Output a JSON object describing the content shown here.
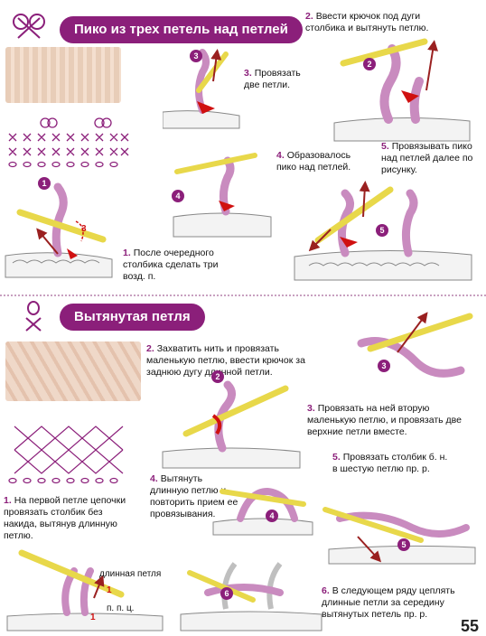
{
  "section1": {
    "title": "Пико из трех петель над петлей",
    "steps": [
      {
        "num": "1.",
        "text": "После очередного столбика сделать три возд. п."
      },
      {
        "num": "2.",
        "text": "Ввести крючок под дуги столбика и вытянуть петлю."
      },
      {
        "num": "3.",
        "text": "Провязать две петли."
      },
      {
        "num": "4.",
        "text": "Образовалось пико над петлей."
      },
      {
        "num": "5.",
        "text": "Провязывать пико над петлей далее по рисунку."
      }
    ],
    "badges": [
      "1",
      "2",
      "3",
      "4",
      "5"
    ],
    "marker_3": "3"
  },
  "section2": {
    "title": "Вытянутая петля",
    "steps": [
      {
        "num": "1.",
        "text": "На первой петле цепочки провязать столбик без накида, вытянув длинную петлю."
      },
      {
        "num": "2.",
        "text": "Захватить нить и провязать маленькую петлю, ввести крючок за заднюю дугу длинной петли."
      },
      {
        "num": "3.",
        "text": "Провязать на ней вторую маленькую петлю, и провязать две верхние петли вместе."
      },
      {
        "num": "4.",
        "text": "Вытянуть длинную петлю и повторить прием ее провязывания."
      },
      {
        "num": "5.",
        "text": "Провязать столбик б. н. в шестую петлю пр. р."
      },
      {
        "num": "6.",
        "text": "В следующем ряду цеплять длинные петли за середину вытянутых петель пр. р."
      }
    ],
    "labels": {
      "long_loop": "длинная петля",
      "ch": "п. п. ц.",
      "mark1": "1",
      "mark1b": "1"
    },
    "badges": [
      "2",
      "3",
      "4",
      "5",
      "6"
    ]
  },
  "page_number": "55",
  "colors": {
    "accent": "#8b1f7a",
    "yarn": "#c98bbf",
    "hook": "#f2e24a",
    "arrow": "#9a2020",
    "red": "#d01010"
  }
}
